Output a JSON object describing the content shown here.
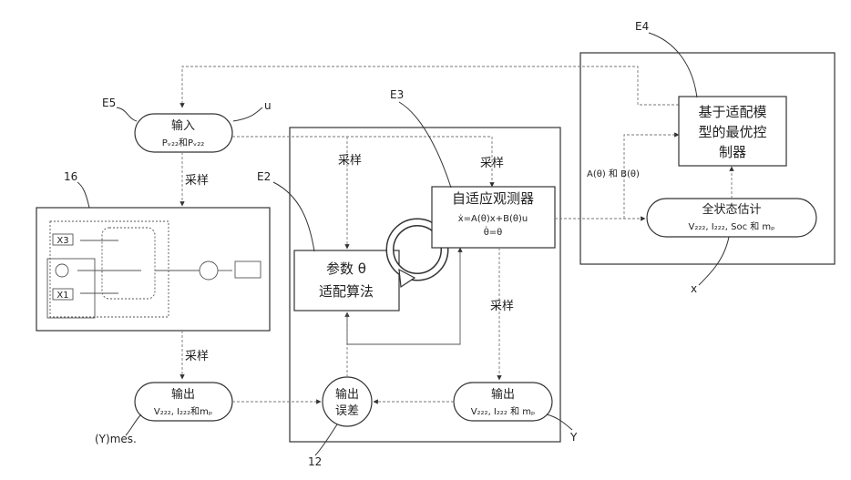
{
  "refs": {
    "e2": "E2",
    "e3": "E3",
    "e4": "E4",
    "e5": "E5",
    "n16": "16",
    "n12": "12",
    "u": "u",
    "x": "x",
    "y": "Y",
    "y_mes": "(Y)mes."
  },
  "input_block": {
    "title": "输入",
    "sub": "Pᵥ₂₂和Pᵥ₂₂"
  },
  "sampling": {
    "top_left": "采样",
    "left_center": "采样",
    "mid_right": "采样",
    "right_lower": "采样",
    "bottom_left": "采样"
  },
  "plant_block": {
    "icon_top": "X3",
    "icon_bottom": "X1"
  },
  "algorithm_block": {
    "line1": "参数 θ",
    "line2": "适配算法"
  },
  "observer_block": {
    "title": "自适应观测器",
    "eq1": "ẋ=A(θ)x+B(θ)u",
    "eq2": "θ̇=θ"
  },
  "controller_block": {
    "line1": "基于适配模",
    "line2": "型的最优控",
    "line3": "制器"
  },
  "estimator_block": {
    "title": "全状态估计",
    "sub": "V₂₂₂, I₂₂₂, Soc 和 mₚ"
  },
  "ab_label": "A(θ) 和 B(θ)",
  "output_left": {
    "title": "输出",
    "sub": "V₂₂₂, I₂₂₂和mₚ"
  },
  "output_right": {
    "title": "输出",
    "sub": "V₂₂₂, I₂₂₂ 和 mₚ"
  },
  "error_block": {
    "line1": "输出",
    "line2": "误差"
  }
}
